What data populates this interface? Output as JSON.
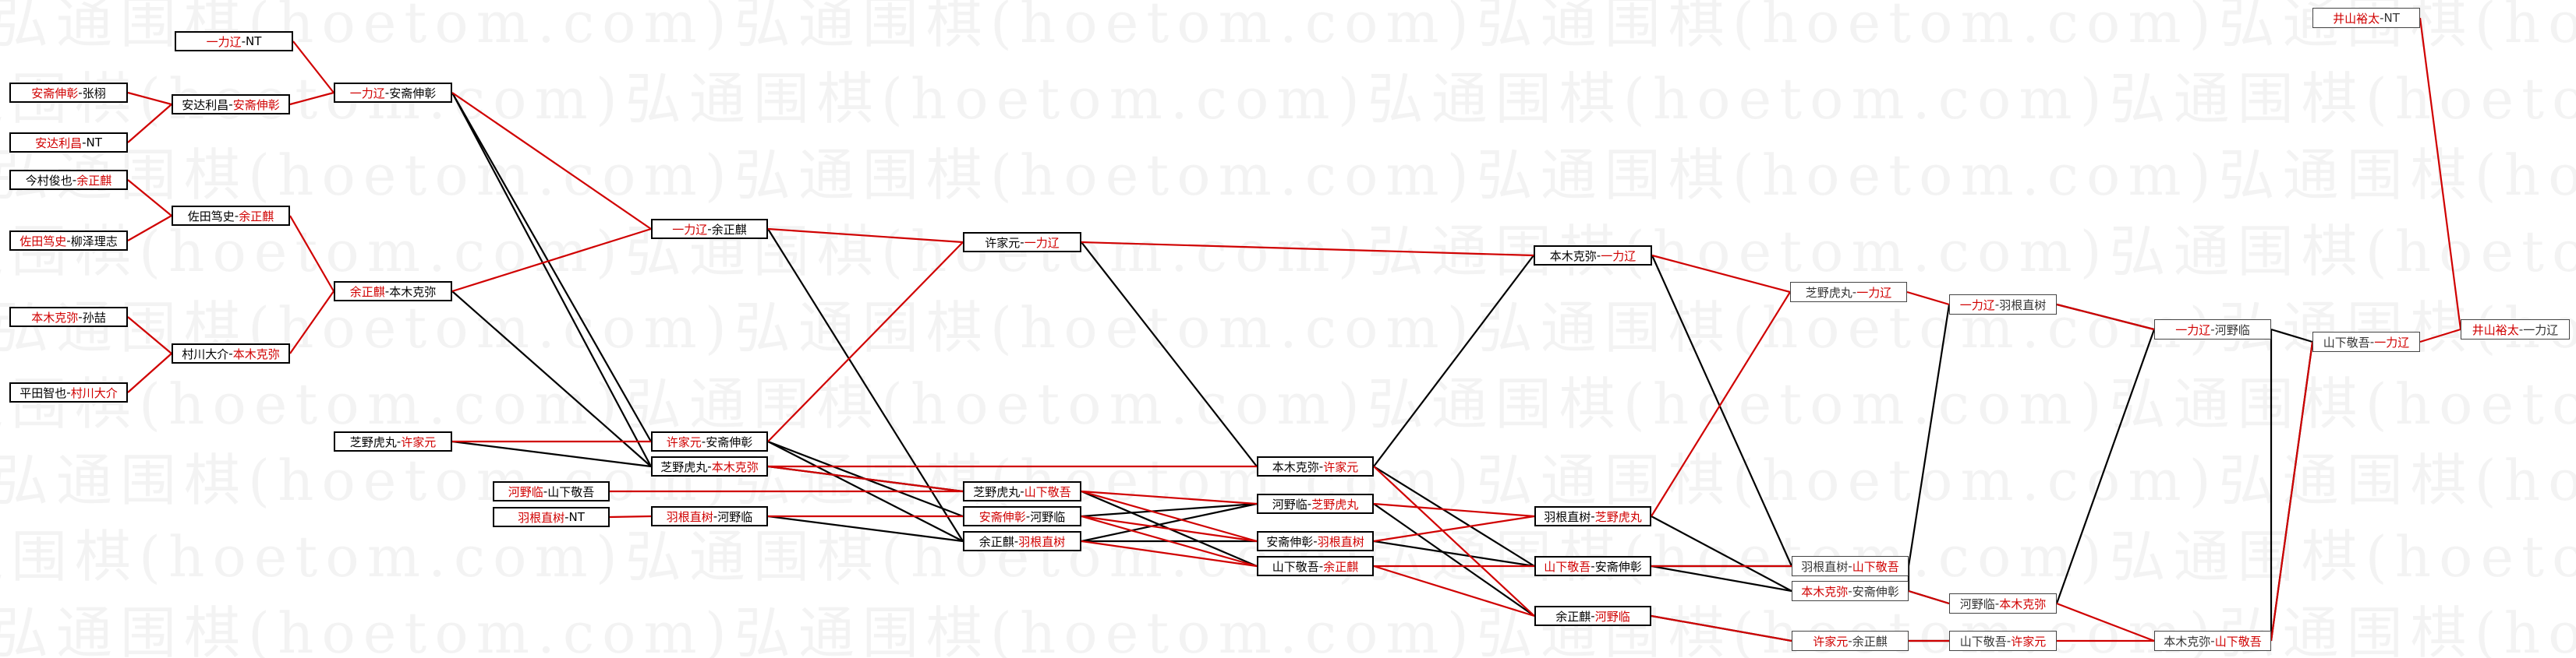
{
  "watermark": "弘通围棋(hoetom.com)",
  "nodes": {
    "r1a": {
      "a": "安斋伸彰",
      "b": "张栩",
      "w": "a"
    },
    "r1b": {
      "a": "一力辽",
      "b": "NT",
      "w": "a"
    },
    "r1c": {
      "a": "安达利昌",
      "b": "NT",
      "w": "a"
    },
    "r1d": {
      "a": "今村俊也",
      "b": "余正麒",
      "w": "b"
    },
    "r1e": {
      "a": "佐田笃史",
      "b": "柳泽理志",
      "w": "a"
    },
    "r1f": {
      "a": "本木克弥",
      "b": "孙喆",
      "w": "a"
    },
    "r1g": {
      "a": "平田智也",
      "b": "村川大介",
      "w": "b"
    },
    "r1h": {
      "a": "安达利昌",
      "b": "安斋伸彰",
      "w": "b"
    },
    "r1i": {
      "a": "佐田笃史",
      "b": "余正麒",
      "w": "b"
    },
    "r1j": {
      "a": "村川大介",
      "b": "本木克弥",
      "w": "b"
    },
    "r1k": {
      "a": "一力辽",
      "b": "安斋伸彰",
      "w": "a"
    },
    "r1l": {
      "a": "余正麒",
      "b": "本木克弥",
      "w": "a"
    },
    "r1m": {
      "a": "芝野虎丸",
      "b": "许家元",
      "w": "b"
    },
    "r1n": {
      "a": "河野临",
      "b": "山下敬吾",
      "w": "a"
    },
    "r1o": {
      "a": "羽根直树",
      "b": "NT",
      "w": "a"
    },
    "r2a": {
      "a": "一力辽",
      "b": "余正麒",
      "w": "a"
    },
    "r2b": {
      "a": "许家元",
      "b": "安斋伸彰",
      "w": "a"
    },
    "r2c": {
      "a": "芝野虎丸",
      "b": "本木克弥",
      "w": "b"
    },
    "r2d": {
      "a": "羽根直树",
      "b": "河野临",
      "w": "a"
    },
    "r3a": {
      "a": "许家元",
      "b": "一力辽",
      "w": "b"
    },
    "r3b": {
      "a": "芝野虎丸",
      "b": "山下敬吾",
      "w": "b"
    },
    "r3c": {
      "a": "安斋伸彰",
      "b": "河野临",
      "w": "a"
    },
    "r3d": {
      "a": "余正麒",
      "b": "羽根直树",
      "w": "b"
    },
    "r4a": {
      "a": "本木克弥",
      "b": "一力辽",
      "w": "b"
    },
    "r4b": {
      "a": "本木克弥",
      "b": "许家元",
      "w": "b"
    },
    "r4c": {
      "a": "河野临",
      "b": "芝野虎丸",
      "w": "b"
    },
    "r4d": {
      "a": "安斋伸彰",
      "b": "羽根直树",
      "w": "b"
    },
    "r4e": {
      "a": "山下敬吾",
      "b": "余正麒",
      "w": "b"
    },
    "r5a": {
      "a": "羽根直树",
      "b": "芝野虎丸",
      "w": "b"
    },
    "r5b": {
      "a": "山下敬吾",
      "b": "安斋伸彰",
      "w": "a"
    },
    "r5c": {
      "a": "余正麒",
      "b": "河野临",
      "w": "b"
    },
    "r6a": {
      "a": "芝野虎丸",
      "b": "一力辽",
      "w": "b"
    },
    "r6b": {
      "a": "羽根直树",
      "b": "山下敬吾",
      "w": "b"
    },
    "r6c": {
      "a": "本木克弥",
      "b": "安斋伸彰",
      "w": "a"
    },
    "r6d": {
      "a": "许家元",
      "b": "余正麒",
      "w": "a"
    },
    "r7a": {
      "a": "一力辽",
      "b": "羽根直树",
      "w": "a"
    },
    "r7b": {
      "a": "河野临",
      "b": "本木克弥",
      "w": "b"
    },
    "r7c": {
      "a": "山下敬吾",
      "b": "许家元",
      "w": "b"
    },
    "r8a": {
      "a": "一力辽",
      "b": "河野临",
      "w": "a"
    },
    "r8b": {
      "a": "本木克弥",
      "b": "山下敬吾",
      "w": "b"
    },
    "r9a": {
      "a": "山下敬吾",
      "b": "一力辽",
      "w": "b"
    },
    "fin": {
      "a": "井山裕太",
      "b": "一力辽",
      "w": "a"
    },
    "top": {
      "a": "井山裕太",
      "b": "NT",
      "w": "a"
    }
  },
  "links_red": [
    [
      "r1b",
      "r1k"
    ],
    [
      "r1h",
      "r1k"
    ],
    [
      "r1a",
      "r1h"
    ],
    [
      "r1c",
      "r1h"
    ],
    [
      "r1d",
      "r1i"
    ],
    [
      "r1e",
      "r1i"
    ],
    [
      "r1i",
      "r1l"
    ],
    [
      "r1j",
      "r1l"
    ],
    [
      "r1f",
      "r1j"
    ],
    [
      "r1g",
      "r1j"
    ],
    [
      "r1k",
      "r2a"
    ],
    [
      "r1l",
      "r2a"
    ],
    [
      "r1m",
      "r2b"
    ],
    [
      "r1o",
      "r2d"
    ],
    [
      "r2a",
      "r3a"
    ],
    [
      "r2b",
      "r3a"
    ],
    [
      "r2c",
      "r3b"
    ],
    [
      "r2d",
      "r3c"
    ],
    [
      "r1n",
      "r3b"
    ],
    [
      "r3a",
      "r4a"
    ],
    [
      "r2c",
      "r4b"
    ],
    [
      "r3b",
      "r4c"
    ],
    [
      "r3c",
      "r4d"
    ],
    [
      "r3b",
      "r4d"
    ],
    [
      "r3d",
      "r4e"
    ],
    [
      "r3c",
      "r4e"
    ],
    [
      "r4c",
      "r5a"
    ],
    [
      "r4e",
      "r5b"
    ],
    [
      "r4d",
      "r5a"
    ],
    [
      "r4e",
      "r5c"
    ],
    [
      "r4b",
      "r5c"
    ],
    [
      "r4a",
      "r6a"
    ],
    [
      "r5a",
      "r6a"
    ],
    [
      "r5b",
      "r6b"
    ],
    [
      "r5c",
      "r6d"
    ],
    [
      "r6a",
      "r7a"
    ],
    [
      "r6c",
      "r7b"
    ],
    [
      "r6d",
      "r7c"
    ],
    [
      "r7a",
      "r8a"
    ],
    [
      "r7b",
      "r8b"
    ],
    [
      "r7c",
      "r8b"
    ],
    [
      "r8b",
      "r9a"
    ],
    [
      "r9a",
      "fin"
    ],
    [
      "top",
      "fin"
    ]
  ],
  "links_black": [
    [
      "r1k",
      "r2b"
    ],
    [
      "r1k",
      "r2c"
    ],
    [
      "r1l",
      "r2c"
    ],
    [
      "r1m",
      "r2c"
    ],
    [
      "r2a",
      "r3d"
    ],
    [
      "r2b",
      "r3c"
    ],
    [
      "r2b",
      "r3d"
    ],
    [
      "r2c",
      "r3b"
    ],
    [
      "r2d",
      "r3d"
    ],
    [
      "r3a",
      "r4b"
    ],
    [
      "r3c",
      "r4c"
    ],
    [
      "r3d",
      "r4d"
    ],
    [
      "r3b",
      "r4e"
    ],
    [
      "r3d",
      "r4c"
    ],
    [
      "r4b",
      "r4a"
    ],
    [
      "r4d",
      "r5b"
    ],
    [
      "r4c",
      "r5c"
    ],
    [
      "r4b",
      "r5b"
    ],
    [
      "r4a",
      "r6b"
    ],
    [
      "r5a",
      "r6c"
    ],
    [
      "r5b",
      "r6c"
    ],
    [
      "r5c",
      "r6d"
    ],
    [
      "r6b",
      "r7a"
    ],
    [
      "r6c",
      "r7b"
    ],
    [
      "r6d",
      "r7c"
    ],
    [
      "r7a",
      "r8a"
    ],
    [
      "r8a",
      "r8b"
    ],
    [
      "r7b",
      "r8a"
    ],
    [
      "r8a",
      "r9a"
    ],
    [
      "r9a",
      "r8b"
    ],
    [
      "r6b",
      "r6c"
    ],
    [
      "r5b",
      "r6b"
    ]
  ]
}
